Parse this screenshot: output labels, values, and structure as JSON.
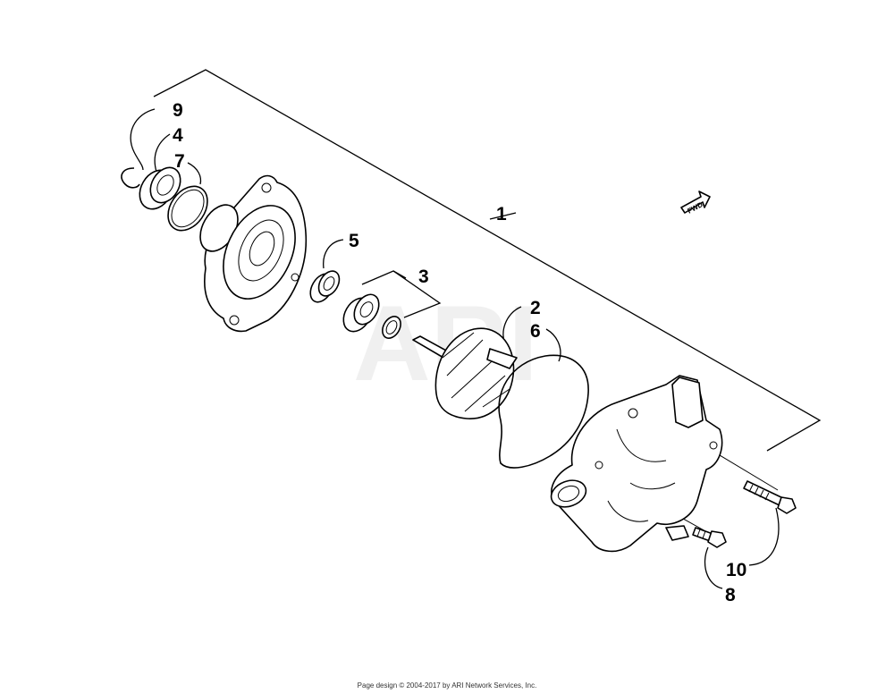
{
  "watermark": "ARI",
  "callouts": {
    "c1": "1",
    "c2": "2",
    "c3": "3",
    "c4": "4",
    "c5": "5",
    "c6": "6",
    "c7": "7",
    "c8": "8",
    "c9": "9",
    "c10": "10"
  },
  "fwd_label": "FWD",
  "footer": "Page design © 2004-2017 by ARI Network Services, Inc."
}
